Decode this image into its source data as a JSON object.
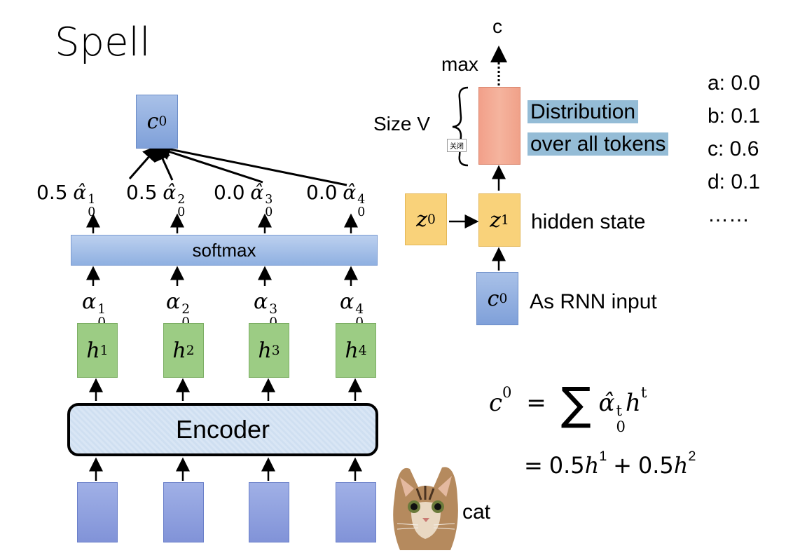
{
  "title": "Spell",
  "left": {
    "c0": {
      "base": "c",
      "sup": "0"
    },
    "weights": [
      {
        "coef": "0.5",
        "base": "α̂",
        "sup": "1",
        "sub": "0"
      },
      {
        "coef": "0.5",
        "base": "α̂",
        "sup": "2",
        "sub": "0"
      },
      {
        "coef": "0.0",
        "base": "α̂",
        "sup": "3",
        "sub": "0"
      },
      {
        "coef": "0.0",
        "base": "α̂",
        "sup": "4",
        "sub": "0"
      }
    ],
    "softmax_label": "softmax",
    "alphas": [
      {
        "base": "α",
        "sup": "1",
        "sub": "0"
      },
      {
        "base": "α",
        "sup": "2",
        "sub": "0"
      },
      {
        "base": "α",
        "sup": "3",
        "sub": "0"
      },
      {
        "base": "α",
        "sup": "4",
        "sub": "0"
      }
    ],
    "hidden": [
      {
        "base": "h",
        "sup": "1"
      },
      {
        "base": "h",
        "sup": "2"
      },
      {
        "base": "h",
        "sup": "3"
      },
      {
        "base": "h",
        "sup": "4"
      }
    ],
    "encoder_label": "Encoder",
    "cat_label": "cat"
  },
  "right": {
    "output_label": "c",
    "max_label": "max",
    "size_label": "Size V",
    "close_tag": "关闭",
    "distribution_line1": "Distribution",
    "distribution_line2": "over all tokens",
    "probs": [
      "a: 0.0",
      "b: 0.1",
      "c: 0.6",
      "d: 0.1",
      "……"
    ],
    "z0": {
      "base": "z",
      "sup": "0"
    },
    "z1": {
      "base": "z",
      "sup": "1"
    },
    "hidden_state_label": "hidden state",
    "c0": {
      "base": "c",
      "sup": "0"
    },
    "rnn_input_label": "As RNN input"
  },
  "formula": {
    "lhs_base": "c",
    "lhs_sup": "0",
    "eq": "=",
    "sum": "∑",
    "term_base": "α̂",
    "term_sup": "t",
    "term_sub": "0",
    "h_base": "h",
    "h_sup": "t",
    "line2": {
      "coef1": "0.5",
      "h1_sup": "1",
      "plus": "+",
      "coef2": "0.5",
      "h2_sup": "2"
    }
  },
  "colors": {
    "blue": "#7fa0d9",
    "green": "#9ccc84",
    "yellow": "#f9d27a",
    "purple": "#8193d8",
    "salmon": "#f2a08a",
    "highlight": "#94bcd6"
  }
}
